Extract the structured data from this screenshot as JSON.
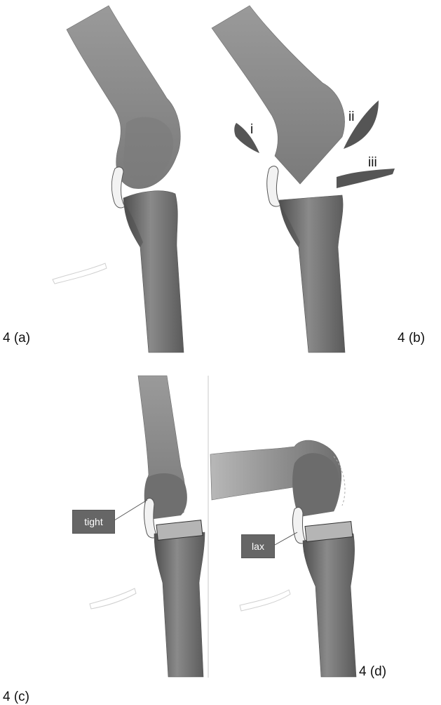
{
  "panels": {
    "a": {
      "caption": "4 (a)"
    },
    "b": {
      "caption": "4 (b)",
      "cut_labels": [
        "i",
        "ii",
        "iii"
      ]
    },
    "c": {
      "caption": "4 (c)",
      "callout": "tight"
    },
    "d": {
      "caption": "4 (d)",
      "callout": "lax"
    }
  },
  "colors": {
    "bone": "#7d7d7d",
    "bone_dark": "#4f4f4f",
    "bone_light": "#a9a9a9",
    "patella": "#f2f2f2",
    "implant": "#b5b5b5",
    "callout_bg": "#666666",
    "callout_text": "#ffffff"
  }
}
